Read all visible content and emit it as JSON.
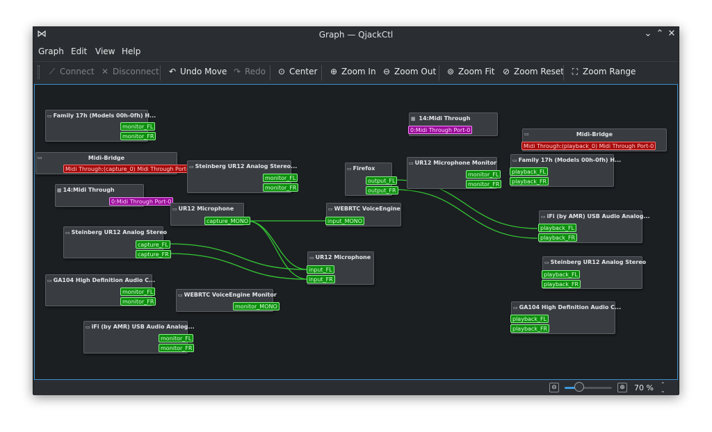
{
  "window": {
    "title": "Graph — QjackCtl",
    "app_icon": "jack-icon",
    "controls": [
      "chevron-down-icon",
      "chevron-up-icon",
      "close-icon"
    ]
  },
  "menu": [
    "Graph",
    "Edit",
    "View",
    "Help"
  ],
  "toolbar": {
    "connect": "Connect",
    "disconnect": "Disconnect",
    "undo": "Undo Move",
    "redo": "Redo",
    "center": "Center",
    "zoom_in": "Zoom In",
    "zoom_out": "Zoom Out",
    "zoom_fit": "Zoom Fit",
    "zoom_reset": "Zoom Reset",
    "zoom_range": "Zoom Range"
  },
  "nodes": [
    {
      "name": "Family 17h (Models 00h-0fh) H...",
      "ports": [
        {
          "label": "monitor_FL",
          "kind": "audio"
        },
        {
          "label": "monitor_FR",
          "kind": "audio"
        }
      ]
    },
    {
      "name": "Midi-Bridge",
      "ports": [
        {
          "label": "Midi Through:(capture_0) Midi Through Port-0",
          "kind": "alsa"
        }
      ]
    },
    {
      "name": "14:Midi Through",
      "ports": [
        {
          "label": "0:Midi Through Port-0",
          "kind": "midi"
        }
      ]
    },
    {
      "name": "Steinberg UR12  Analog Stereo...",
      "ports": [
        {
          "label": "monitor_FL",
          "kind": "audio"
        },
        {
          "label": "monitor_FR",
          "kind": "audio"
        }
      ]
    },
    {
      "name": "UR12 Microphone",
      "ports": [
        {
          "label": "capture_MONO",
          "kind": "audio"
        }
      ]
    },
    {
      "name": "Steinberg UR12  Analog Stereo",
      "ports": [
        {
          "label": "capture_FL",
          "kind": "audio"
        },
        {
          "label": "capture_FR",
          "kind": "audio"
        }
      ]
    },
    {
      "name": "GA104 High Definition Audio C...",
      "ports": [
        {
          "label": "monitor_FL",
          "kind": "audio"
        },
        {
          "label": "monitor_FR",
          "kind": "audio"
        }
      ]
    },
    {
      "name": "WEBRTC VoiceEngine Monitor",
      "ports": [
        {
          "label": "monitor_MONO",
          "kind": "audio"
        }
      ]
    },
    {
      "name": "iFi (by AMR) USB Audio Analog...",
      "ports": [
        {
          "label": "monitor_FL",
          "kind": "audio"
        },
        {
          "label": "monitor_FR",
          "kind": "audio"
        }
      ]
    },
    {
      "name": "WEBRTC VoiceEngine",
      "ports": [
        {
          "label": "input_MONO",
          "kind": "audio"
        }
      ]
    },
    {
      "name": "UR12 Microphone",
      "ports": [
        {
          "label": "input_FL",
          "kind": "audio"
        },
        {
          "label": "input_FR",
          "kind": "audio"
        }
      ]
    },
    {
      "name": "Firefox",
      "ports": [
        {
          "label": "output_FL",
          "kind": "audio"
        },
        {
          "label": "output_FR",
          "kind": "audio"
        }
      ]
    },
    {
      "name": "14:Midi Through",
      "ports": [
        {
          "label": "0:Midi Through Port-0",
          "kind": "midi"
        }
      ]
    },
    {
      "name": "UR12 Microphone Monitor",
      "ports": [
        {
          "label": "monitor_FL",
          "kind": "audio"
        },
        {
          "label": "monitor_FR",
          "kind": "audio"
        }
      ]
    },
    {
      "name": "Midi-Bridge",
      "ports": [
        {
          "label": "Midi Through:(playback_0) Midi Through Port-0",
          "kind": "alsa"
        }
      ]
    },
    {
      "name": "Family 17h (Models 00h-0fh) H...",
      "ports": [
        {
          "label": "playback_FL",
          "kind": "audio"
        },
        {
          "label": "playback_FR",
          "kind": "audio"
        }
      ]
    },
    {
      "name": "iFi (by AMR) USB Audio Analog...",
      "ports": [
        {
          "label": "playback_FL",
          "kind": "audio"
        },
        {
          "label": "playback_FR",
          "kind": "audio"
        }
      ]
    },
    {
      "name": "Steinberg UR12  Analog Stereo",
      "ports": [
        {
          "label": "playback_FL",
          "kind": "audio"
        },
        {
          "label": "playback_FR",
          "kind": "audio"
        }
      ]
    },
    {
      "name": "GA104 High Definition Audio C...",
      "ports": [
        {
          "label": "playback_FL",
          "kind": "audio"
        },
        {
          "label": "playback_FR",
          "kind": "audio"
        }
      ]
    }
  ],
  "connections": [
    {
      "from": "UR12 Microphone:capture_MONO",
      "to": "WEBRTC VoiceEngine:input_MONO"
    },
    {
      "from": "UR12 Microphone:capture_MONO",
      "to": "UR12 Microphone:input_FL"
    },
    {
      "from": "UR12 Microphone:capture_MONO",
      "to": "UR12 Microphone:input_FR"
    },
    {
      "from": "Steinberg UR12  Analog Stereo:capture_FL",
      "to": "UR12 Microphone:input_FL"
    },
    {
      "from": "Steinberg UR12  Analog Stereo:capture_FR",
      "to": "UR12 Microphone:input_FR"
    },
    {
      "from": "Firefox:output_FL",
      "to": "iFi (by AMR) USB Audio Analog...:playback_FL"
    },
    {
      "from": "Firefox:output_FR",
      "to": "iFi (by AMR) USB Audio Analog...:playback_FR"
    }
  ],
  "wire_color": "#34c934",
  "status": {
    "zoom_value": "70 %",
    "zoom_percent": 70,
    "zoom_out_icon": "zoom-out-icon",
    "zoom_in_icon": "zoom-in-icon"
  }
}
